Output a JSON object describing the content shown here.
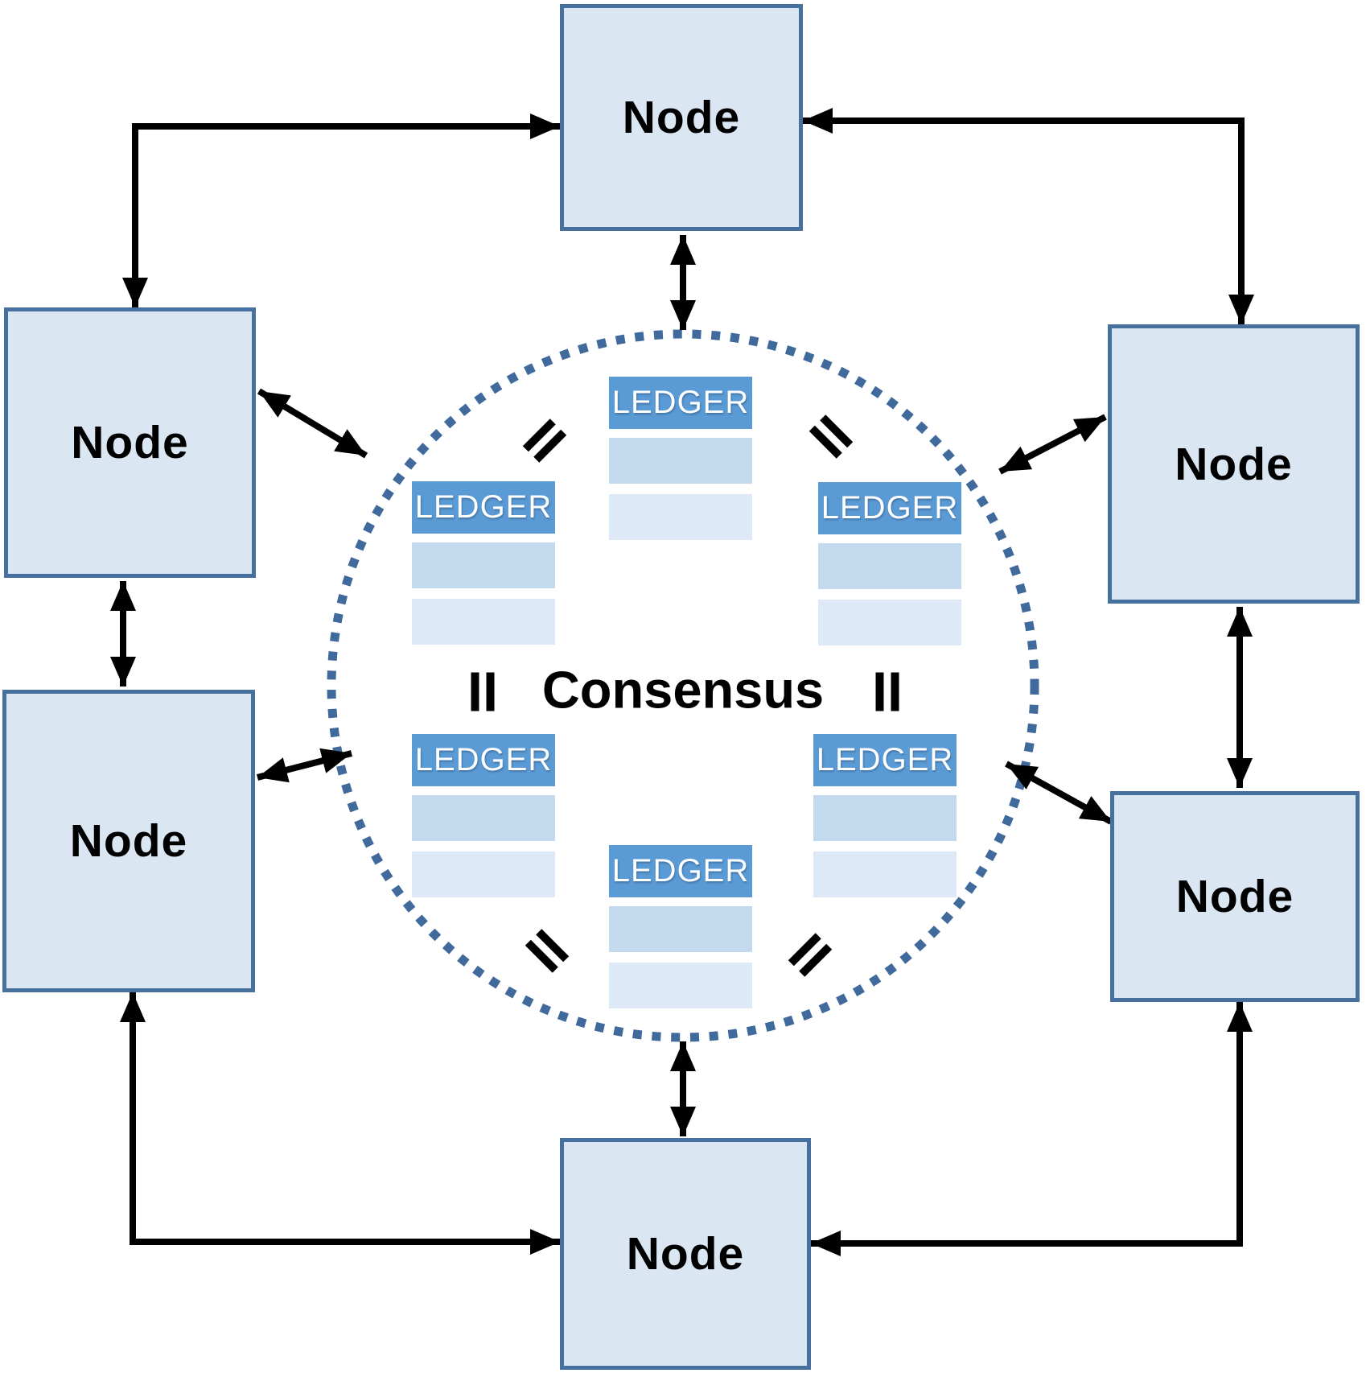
{
  "nodes": [
    {
      "position": "top",
      "label": "Node"
    },
    {
      "position": "upper-left",
      "label": "Node"
    },
    {
      "position": "upper-right",
      "label": "Node"
    },
    {
      "position": "lower-left",
      "label": "Node"
    },
    {
      "position": "lower-right",
      "label": "Node"
    },
    {
      "position": "bottom",
      "label": "Node"
    }
  ],
  "consensus": {
    "label": "Consensus"
  },
  "ledgers": [
    {
      "position": "top-center",
      "label": "LEDGER"
    },
    {
      "position": "upper-left",
      "label": "LEDGER"
    },
    {
      "position": "upper-right",
      "label": "LEDGER"
    },
    {
      "position": "lower-left",
      "label": "LEDGER"
    },
    {
      "position": "lower-right",
      "label": "LEDGER"
    },
    {
      "position": "bottom-center",
      "label": "LEDGER"
    }
  ],
  "icons": {
    "equals_symbol": "="
  },
  "colors": {
    "node_fill": "#dbe6f3",
    "node_border": "#46719e",
    "node_text": "#000000",
    "ledger_header_bg": "#5b9bd5",
    "ledger_header_text": "#ffffff",
    "ledger_row_medium": "#c3d9ee",
    "ledger_row_light": "#dde9f6",
    "circle_dot": "#40699c",
    "arrow": "#000000",
    "consensus_text": "#000000",
    "background": "#ffffff"
  }
}
